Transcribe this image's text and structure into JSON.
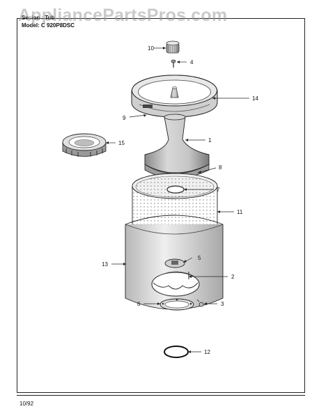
{
  "watermark": "AppliancePartsPros.com",
  "header": {
    "section_prefix": "Se",
    "section_label": "ion",
    "section_value": "Tub",
    "model_label": "Model:",
    "model_value": "C 920P8DSC"
  },
  "footer": {
    "date": "10/92"
  },
  "callouts": [
    "10",
    "4",
    "14",
    "9",
    "1",
    "15",
    "8",
    "7",
    "11",
    "13",
    "5",
    "2",
    "6",
    "3",
    "12"
  ]
}
